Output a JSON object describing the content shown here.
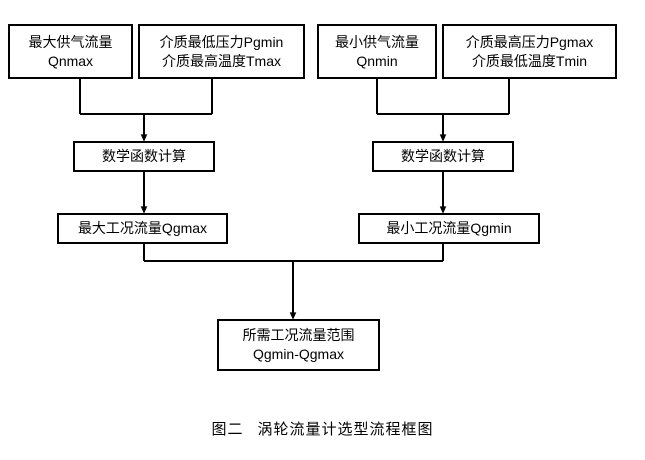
{
  "diagram": {
    "title_caption": {
      "figure_number": "图二",
      "figure_title": "涡轮流量计选型流程框图"
    },
    "colors": {
      "stroke": "#000000",
      "background": "#ffffff",
      "text": "#000000"
    },
    "nodes": [
      {
        "id": "max-supply-flow",
        "lines": [
          "最大供气流量",
          "Qnmax"
        ]
      },
      {
        "id": "medium-min-pressure-max-temp",
        "lines": [
          "介质最低压力Pgmin",
          "介质最高温度Tmax"
        ]
      },
      {
        "id": "min-supply-flow",
        "lines": [
          "最小供气流量",
          "Qnmin"
        ]
      },
      {
        "id": "medium-max-pressure-min-temp",
        "lines": [
          "介质最高压力Pgmax",
          "介质最低温度Tmin"
        ]
      },
      {
        "id": "math-function-calc-left",
        "lines": [
          "数学函数计算"
        ]
      },
      {
        "id": "math-function-calc-right",
        "lines": [
          "数学函数计算"
        ]
      },
      {
        "id": "max-working-flow",
        "lines": [
          "最大工况流量Qgmax"
        ]
      },
      {
        "id": "min-working-flow",
        "lines": [
          "最小工况流量Qgmin"
        ]
      },
      {
        "id": "required-flow-range",
        "lines": [
          "所需工况流量范围",
          "Qgmin-Qgmax"
        ]
      }
    ],
    "flow": {
      "left_branch_inputs": [
        "最大供气流量 Qnmax",
        "介质最低压力Pgmin 介质最高温度Tmax"
      ],
      "right_branch_inputs": [
        "最小供气流量 Qnmin",
        "介质最高压力Pgmax 介质最低温度Tmin"
      ],
      "left_branch_result": "最大工况流量Qgmax",
      "right_branch_result": "最小工况流量Qgmin",
      "final_result": "所需工况流量范围 Qgmin-Qgmax"
    }
  }
}
